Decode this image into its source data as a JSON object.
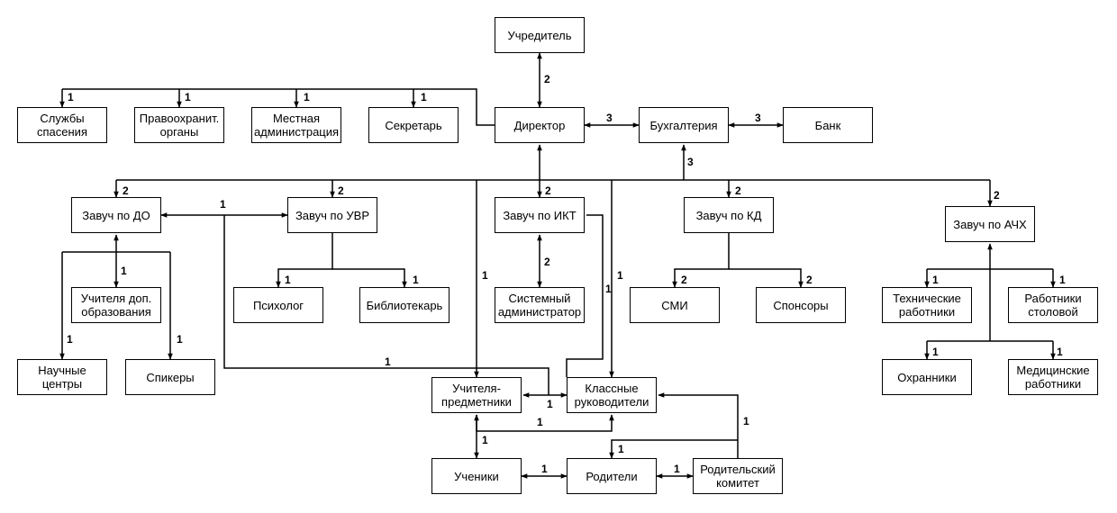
{
  "nodes": {
    "founder": "Учредитель",
    "rescue": "Службы\nспасения",
    "law": "Правоохранит.\nорганы",
    "local_admin": "Местная\nадминистрация",
    "secretary": "Секретарь",
    "director": "Директор",
    "accounting": "Бухгалтерия",
    "bank": "Банк",
    "dep_do": "Завуч по ДО",
    "dep_uvr": "Завуч по УВР",
    "dep_ikt": "Завуч по ИКТ",
    "dep_kd": "Завуч по КД",
    "dep_ahch": "Завуч по АЧХ",
    "add_teachers": "Учителя доп.\nобразования",
    "psychologist": "Психолог",
    "librarian": "Библиотекарь",
    "sysadmin": "Системный\nадминистратор",
    "media": "СМИ",
    "sponsors": "Спонсоры",
    "tech_staff": "Технические\nработники",
    "canteen": "Работники\nстоловой",
    "guards": "Охранники",
    "medical": "Медицинские\nработники",
    "science": "Научные\nцентры",
    "speakers": "Спикеры",
    "subject_teachers": "Учителя-\nпредметники",
    "class_teachers": "Классные\nруководители",
    "students": "Ученики",
    "parents": "Родители",
    "parent_committee": "Родительский\nкомитет"
  },
  "labels": {
    "l_founder": "2",
    "l_rescue": "1",
    "l_law": "1",
    "l_local": "1",
    "l_secretary": "1",
    "l_dir_acc": "3",
    "l_acc_bank": "3",
    "l_acc_bus": "3",
    "l_do": "2",
    "l_uvr": "2",
    "l_ikt": "2",
    "l_kd": "2",
    "l_ahch": "2",
    "l_do_uvr": "1",
    "l_add": "1",
    "l_science": "1",
    "l_speakers": "1",
    "l_psych": "1",
    "l_lib": "1",
    "l_sys": "2",
    "l_media": "2",
    "l_spons": "2",
    "l_tech": "1",
    "l_canteen": "1",
    "l_guards": "1",
    "l_medical": "1",
    "l_dir_subj": "1",
    "l_ikt_class": "1",
    "l_dir_class": "1",
    "l_uvr_subj": "1",
    "l_subj_class": "1",
    "l_class_subj": "1",
    "l_students": "1",
    "l_stud_par": "1",
    "l_par_comm": "1",
    "l_comm_par": "1",
    "l_class_comm": "1"
  }
}
